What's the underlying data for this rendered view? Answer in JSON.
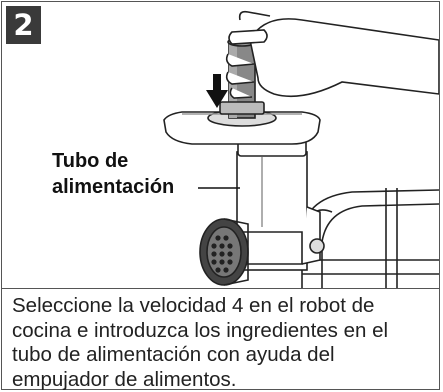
{
  "figure": {
    "step_number": "2",
    "callout_label_line1": "Tubo de",
    "callout_label_line2": "alimentación",
    "icons": [
      "down-arrow-icon",
      "hand-illustration",
      "food-pusher-illustration",
      "food-tray-illustration",
      "feed-tube-illustration",
      "grinder-body-illustration",
      "grinding-plate-illustration",
      "mixer-base-illustration"
    ]
  },
  "caption": {
    "text": "Seleccione la velocidad 4 en el robot de cocina e introduzca los ingredientes en el tubo de alimentación con ayuda del empujador de alimentos."
  }
}
